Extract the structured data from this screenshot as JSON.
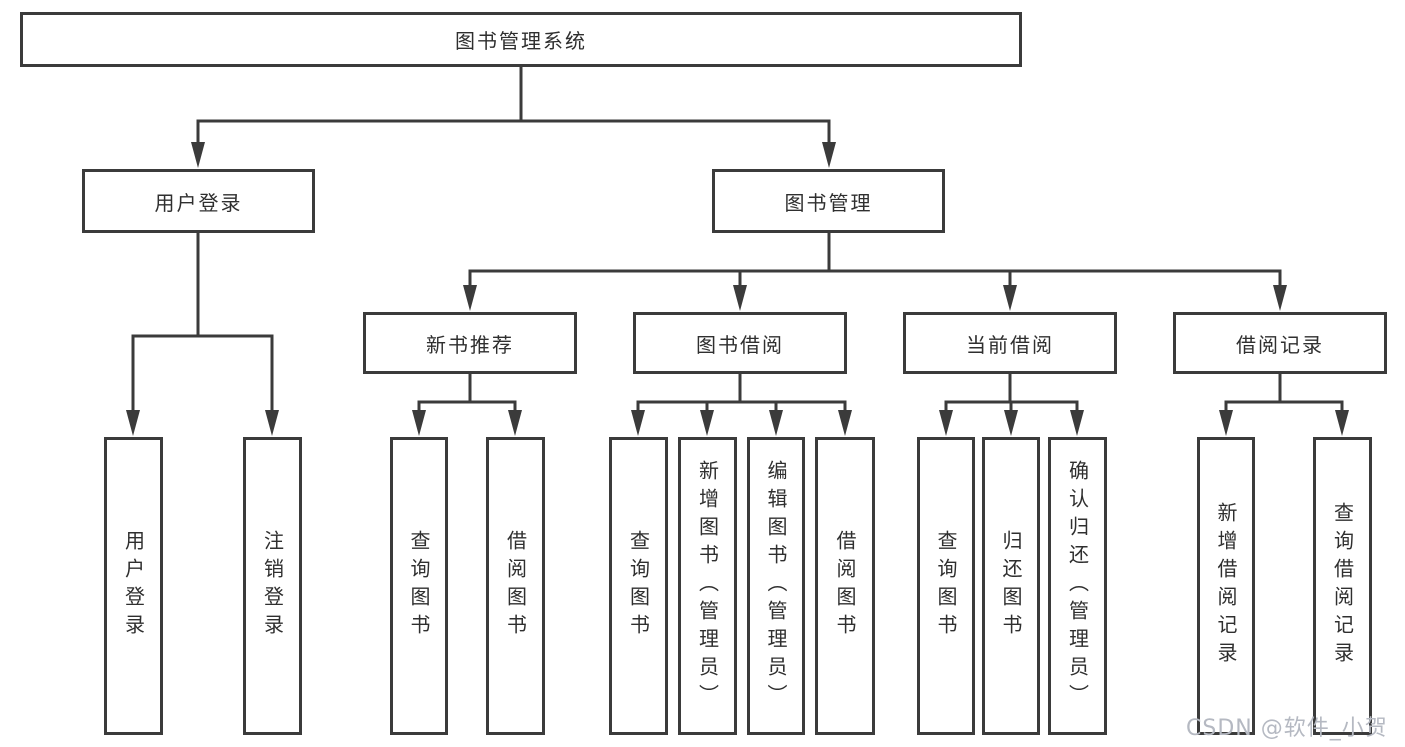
{
  "diagram": {
    "root": {
      "label": "图书管理系统"
    },
    "branches": [
      {
        "label": "用户登录"
      },
      {
        "label": "图书管理"
      }
    ],
    "modules": [
      {
        "label": "新书推荐"
      },
      {
        "label": "图书借阅"
      },
      {
        "label": "当前借阅"
      },
      {
        "label": "借阅记录"
      }
    ],
    "leaves": [
      {
        "label": "用户登录"
      },
      {
        "label": "注销登录"
      },
      {
        "label": "查询图书"
      },
      {
        "label": "借阅图书"
      },
      {
        "label": "查询图书"
      },
      {
        "label": "新增图书（管理员）"
      },
      {
        "label": "编辑图书（管理员）"
      },
      {
        "label": "借阅图书"
      },
      {
        "label": "查询图书"
      },
      {
        "label": "归还图书"
      },
      {
        "label": "确认归还（管理员）"
      },
      {
        "label": "新增借阅记录"
      },
      {
        "label": "查询借阅记录"
      }
    ],
    "watermark": "CSDN @软件_小贺同学",
    "colors": {
      "line": "#3b3b3b",
      "box_border": "#3b3b3b",
      "text": "#2f2f2f",
      "watermark": "#b5b9c2",
      "background": "#ffffff"
    }
  }
}
